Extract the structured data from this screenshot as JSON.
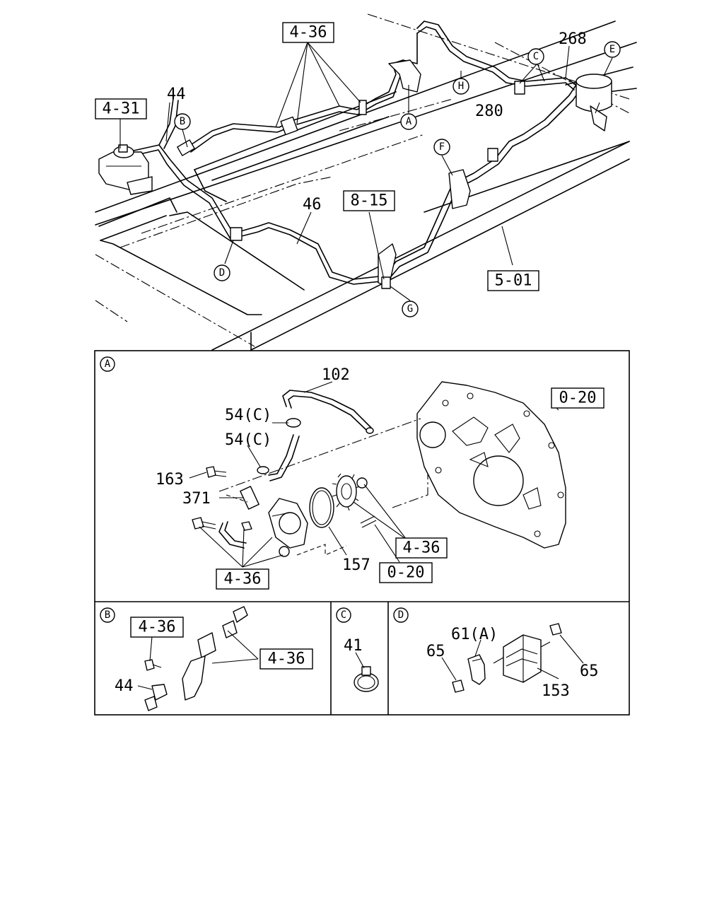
{
  "ref_boxes": {
    "top_4_36": "4-36",
    "top_4_31": "4-31",
    "top_8_15": "8-15",
    "top_5_01": "5-01",
    "a_0_20_upper": "0-20",
    "a_4_36_right": "4-36",
    "a_0_20_lower": "0-20",
    "a_4_36_bottom": "4-36",
    "b_4_36_top": "4-36",
    "b_4_36_right": "4-36"
  },
  "part_labels": {
    "top_268": "268",
    "top_280": "280",
    "top_44": "44",
    "top_46": "46",
    "a_102": "102",
    "a_54c_1": "54(C)",
    "a_54c_2": "54(C)",
    "a_163": "163",
    "a_371": "371",
    "a_157": "157",
    "b_44": "44",
    "c_41": "41",
    "d_61a": "61(A)",
    "d_65_left": "65",
    "d_65_right": "65",
    "d_153": "153"
  },
  "callouts": {
    "top_a": "A",
    "top_b": "B",
    "top_c": "C",
    "top_d": "D",
    "top_e": "E",
    "top_f": "F",
    "top_g": "G",
    "top_h": "H",
    "panel_a": "A",
    "panel_b": "B",
    "panel_c": "C",
    "panel_d": "D"
  }
}
